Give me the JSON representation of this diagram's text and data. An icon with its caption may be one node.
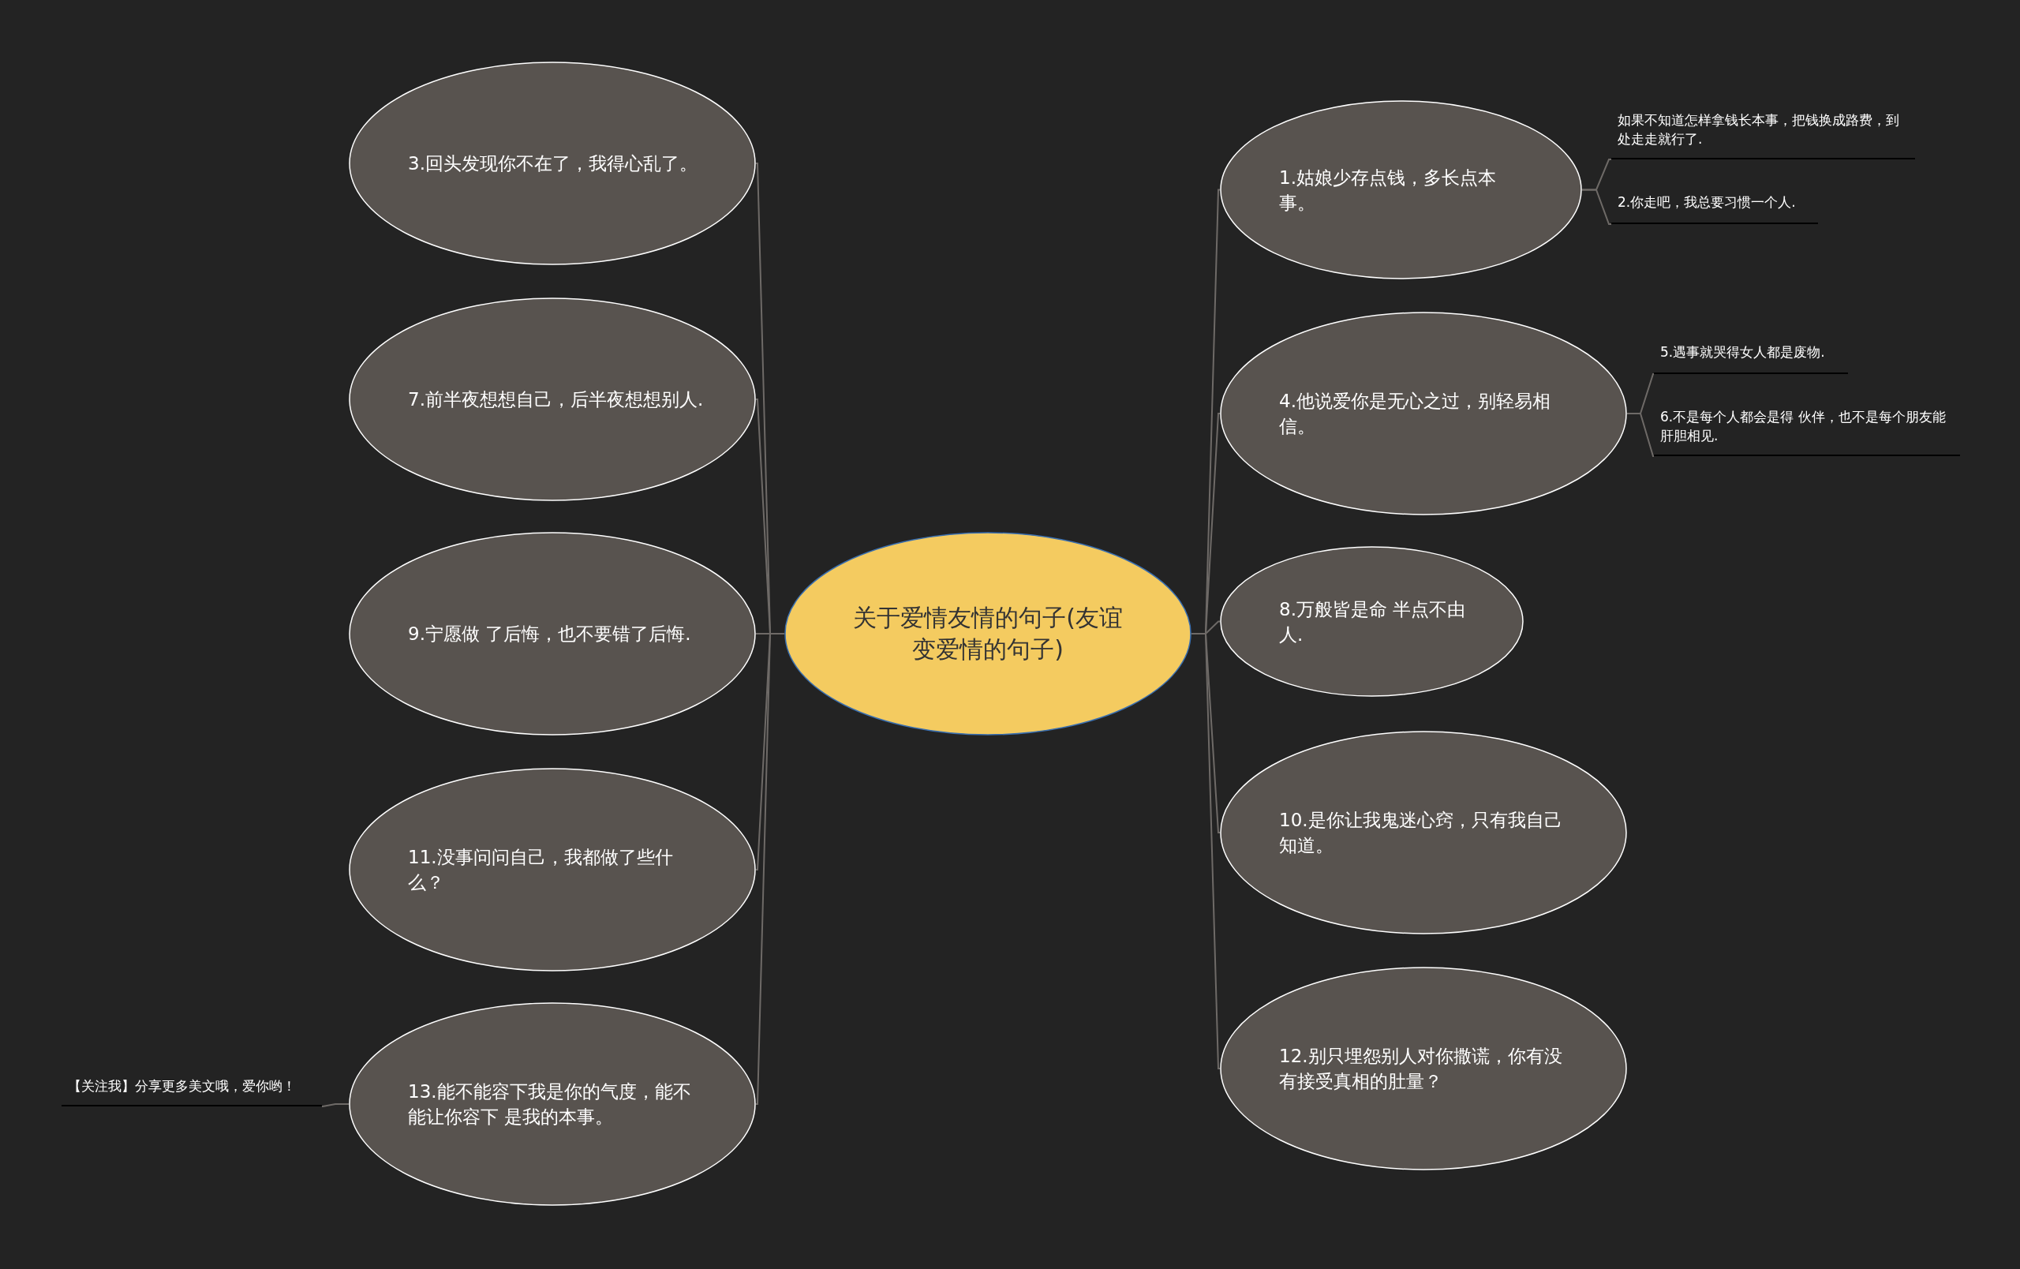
{
  "diagram": {
    "nodes": [
      {
        "text": [
          "关于爱情友情的句子(友谊变爱情的句子)"
        ]
      },
      {
        "text": [
          "3.回头发现你不在了，我得心乱了。"
        ]
      },
      {
        "text": [
          "7.前半夜想想自己，后半夜想想别人."
        ]
      },
      {
        "text": [
          "9.宁愿做 了后悔，也不要错了后悔."
        ]
      },
      {
        "text": [
          "11.没事问问自己，我都做了些什么？"
        ]
      },
      {
        "text": [
          "13.能不能容下我是你的气度，能不能让你容下 是我的本事。"
        ]
      },
      {
        "text": [
          "【关注我】分享更多美文哦，爱你哟！"
        ]
      },
      {
        "text": [
          "1.姑娘少存点钱，多长点本事。"
        ]
      },
      {
        "text": [
          "如果不知道怎样拿钱长本事，把钱换成路费，到处走走就行了."
        ]
      },
      {
        "text": [
          "2.你走吧，我总要习惯一个人."
        ]
      },
      {
        "text": [
          "4.他说爱你是无心之过，别轻易相信。"
        ]
      },
      {
        "text": [
          "5.遇事就哭得女人都是废物."
        ]
      },
      {
        "text": [
          "6.不是每个人都会是得 伙伴，也不是每个朋友能肝胆相见."
        ]
      },
      {
        "text": [
          "8.万般皆是命 半点不由人."
        ]
      },
      {
        "text": [
          "10.是你让我鬼迷心窍，只有我自己知道。"
        ]
      },
      {
        "text": [
          "12.别只埋怨别人对你撒谎，你有没有接受真相的肚量？"
        ]
      }
    ],
    "edges": [
      {
        "from": 0,
        "to": 1,
        "arrow": "none"
      },
      {
        "from": 0,
        "to": 2,
        "arrow": "none"
      },
      {
        "from": 0,
        "to": 3,
        "arrow": "none"
      },
      {
        "from": 0,
        "to": 4,
        "arrow": "none"
      },
      {
        "from": 0,
        "to": 5,
        "arrow": "none"
      },
      {
        "from": 5,
        "to": 6,
        "arrow": "none"
      },
      {
        "from": 0,
        "to": 7,
        "arrow": "none"
      },
      {
        "from": 7,
        "to": 8,
        "arrow": "none"
      },
      {
        "from": 7,
        "to": 9,
        "arrow": "none"
      },
      {
        "from": 0,
        "to": 10,
        "arrow": "none"
      },
      {
        "from": 10,
        "to": 11,
        "arrow": "none"
      },
      {
        "from": 10,
        "to": 12,
        "arrow": "none"
      },
      {
        "from": 0,
        "to": 13,
        "arrow": "none"
      },
      {
        "from": 0,
        "to": 14,
        "arrow": "none"
      },
      {
        "from": 0,
        "to": 15,
        "arrow": "none"
      }
    ]
  }
}
